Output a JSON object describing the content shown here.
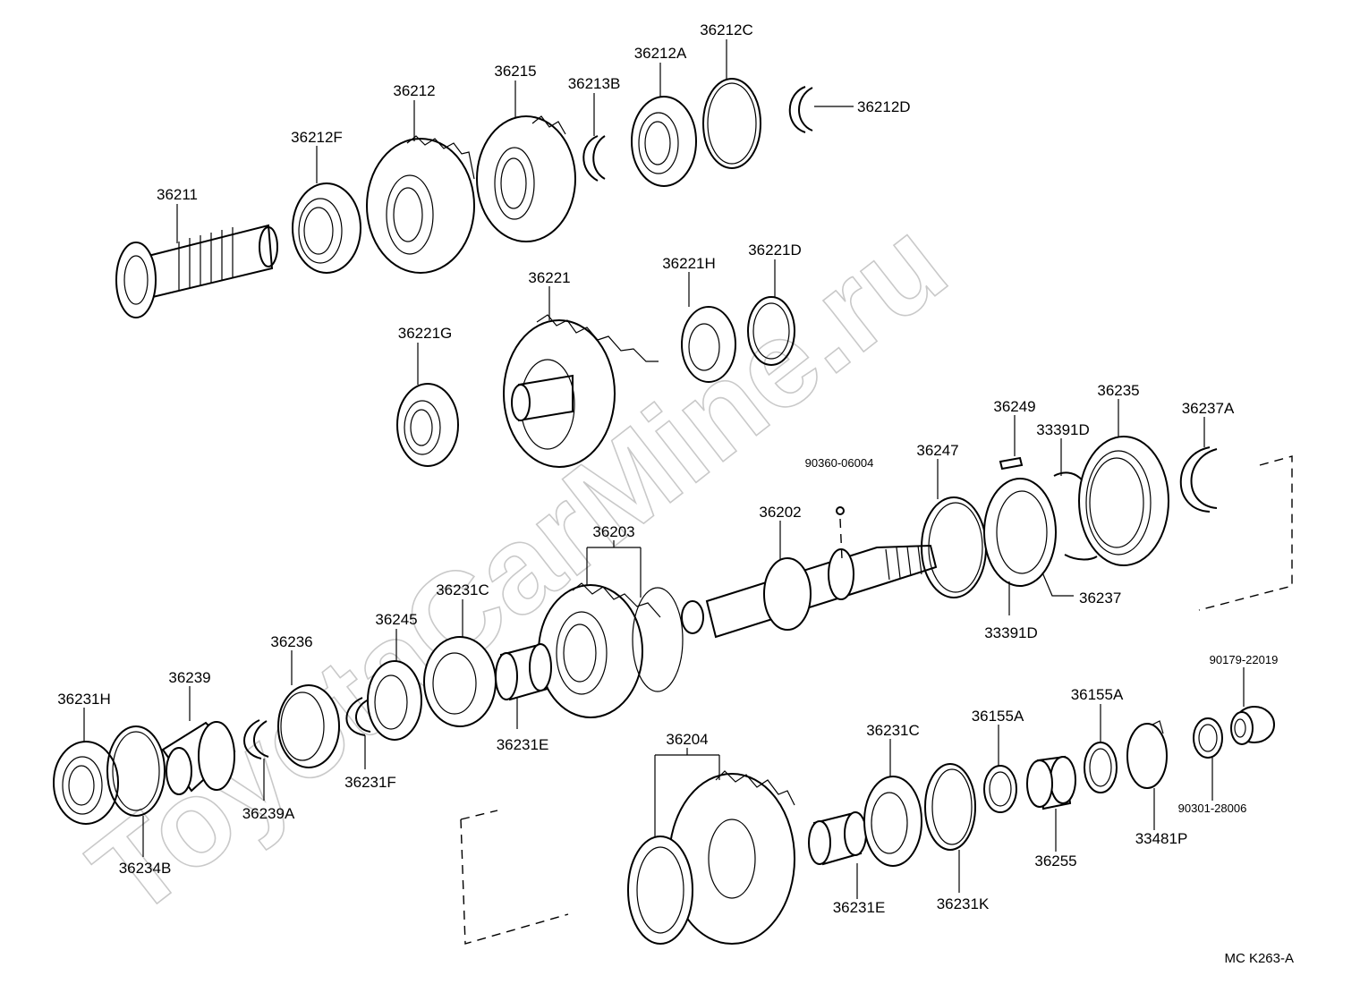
{
  "watermark": "ToyotaCarMine.ru",
  "diagram_code": "MC K263-A",
  "labels": {
    "p36211": "36211",
    "p36212F": "36212F",
    "p36212": "36212",
    "p36215": "36215",
    "p36213B": "36213B",
    "p36212A": "36212A",
    "p36212C": "36212C",
    "p36212D": "36212D",
    "p36221": "36221",
    "p36221H": "36221H",
    "p36221D": "36221D",
    "p36221G": "36221G",
    "p36249": "36249",
    "p36235": "36235",
    "p36237A": "36237A",
    "p33391D_top": "33391D",
    "p90360_06004": "90360-06004",
    "p36247": "36247",
    "p36202": "36202",
    "p36203": "36203",
    "p36237": "36237",
    "p33391D_bottom": "33391D",
    "p36231C_left": "36231C",
    "p36236": "36236",
    "p36245": "36245",
    "p36239": "36239",
    "p36231H": "36231H",
    "p36231E_left": "36231E",
    "p36231F": "36231F",
    "p36239A": "36239A",
    "p36234B": "36234B",
    "p90179_22019": "90179-22019",
    "p36155A_right": "36155A",
    "p36155A_left": "36155A",
    "p36231C_right": "36231C",
    "p36204": "36204",
    "p90301_28006": "90301-28006",
    "p33481P": "33481P",
    "p36255": "36255",
    "p36231K": "36231K",
    "p36231E_right": "36231E"
  }
}
